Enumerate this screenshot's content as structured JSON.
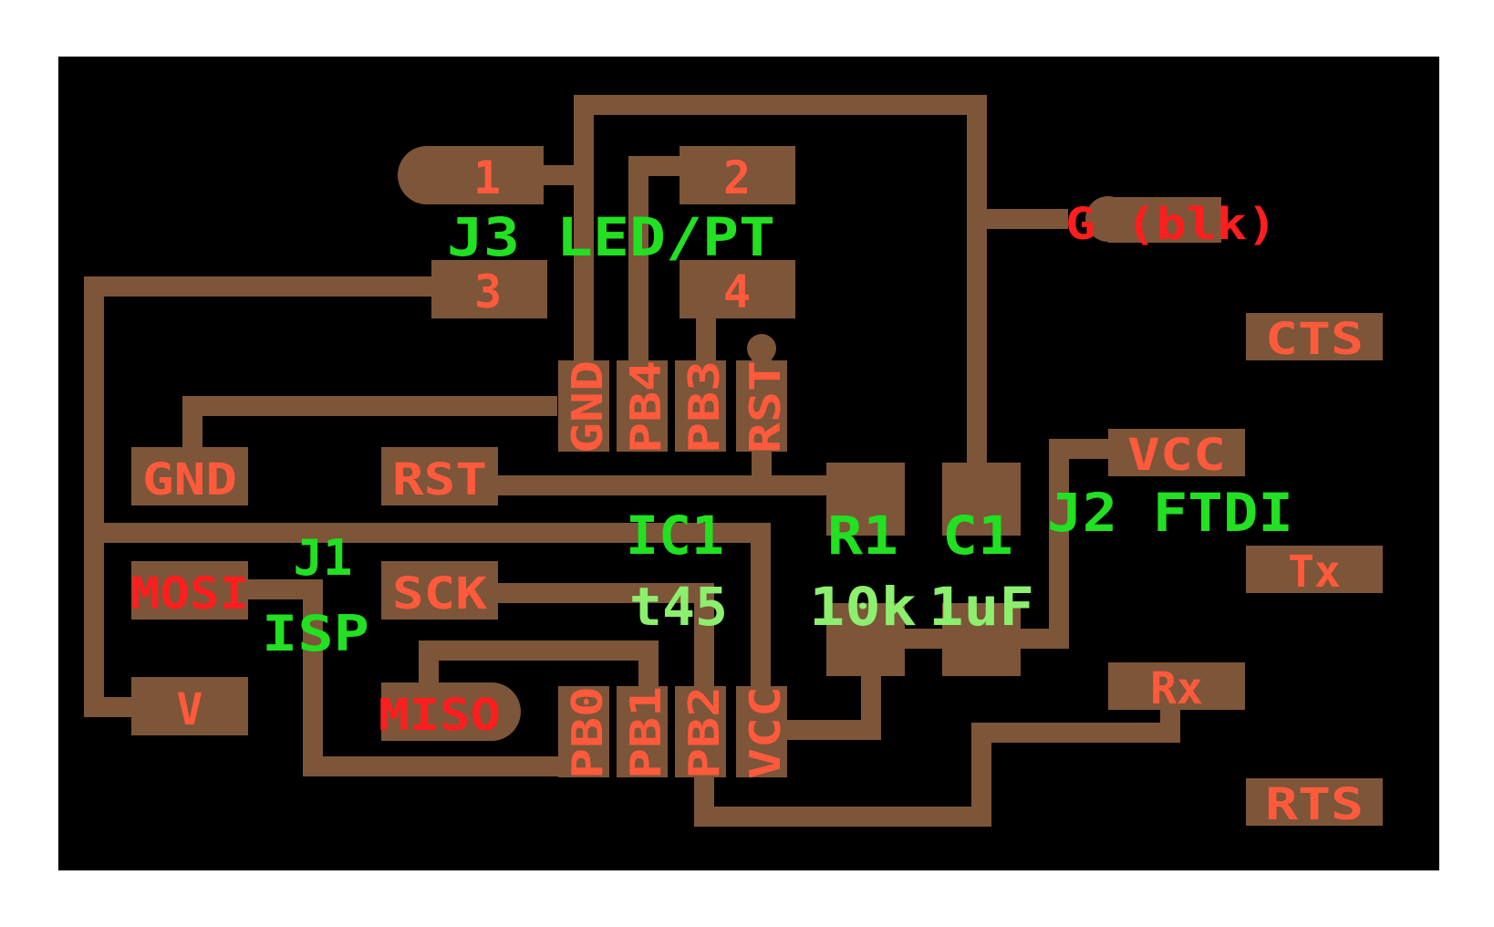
{
  "colors": {
    "background": "#ffffff",
    "board": "#000000",
    "copper": "#7d5539",
    "pad_label": "#ff5a3c",
    "component_label": "#22e022",
    "value_label": "#8cf06e",
    "ground_label": "#ff1e1e"
  },
  "j3": {
    "pads": [
      "1",
      "2",
      "3",
      "4"
    ],
    "label": "J3 LED/PT"
  },
  "j1": {
    "label_line1": "J1",
    "label_line2": "ISP",
    "pads": [
      "GND",
      "RST",
      "MOSI",
      "SCK",
      "V",
      "MISO"
    ]
  },
  "ic1": {
    "label": "IC1",
    "value": "t45",
    "top_pins": [
      "GND",
      "PB4",
      "PB3",
      "RST"
    ],
    "bottom_pins": [
      "PB0",
      "PB1",
      "PB2",
      "VCC"
    ]
  },
  "r1": {
    "label": "R1",
    "value": "10k"
  },
  "c1": {
    "label": "C1",
    "value": "1uF"
  },
  "j2": {
    "label": "J2 FTDI",
    "ground": "G (blk)",
    "pads": [
      "CTS",
      "VCC",
      "Tx",
      "Rx",
      "RTS"
    ]
  }
}
